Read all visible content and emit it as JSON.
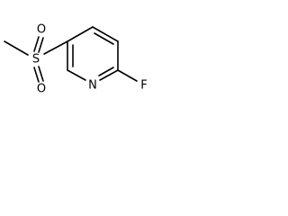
{
  "molecule": {
    "atoms": {
      "oxygen_top": "O",
      "oxygen_bottom": "O",
      "sulfur": "S",
      "nitrogen": "N",
      "fluorine": "F"
    }
  }
}
